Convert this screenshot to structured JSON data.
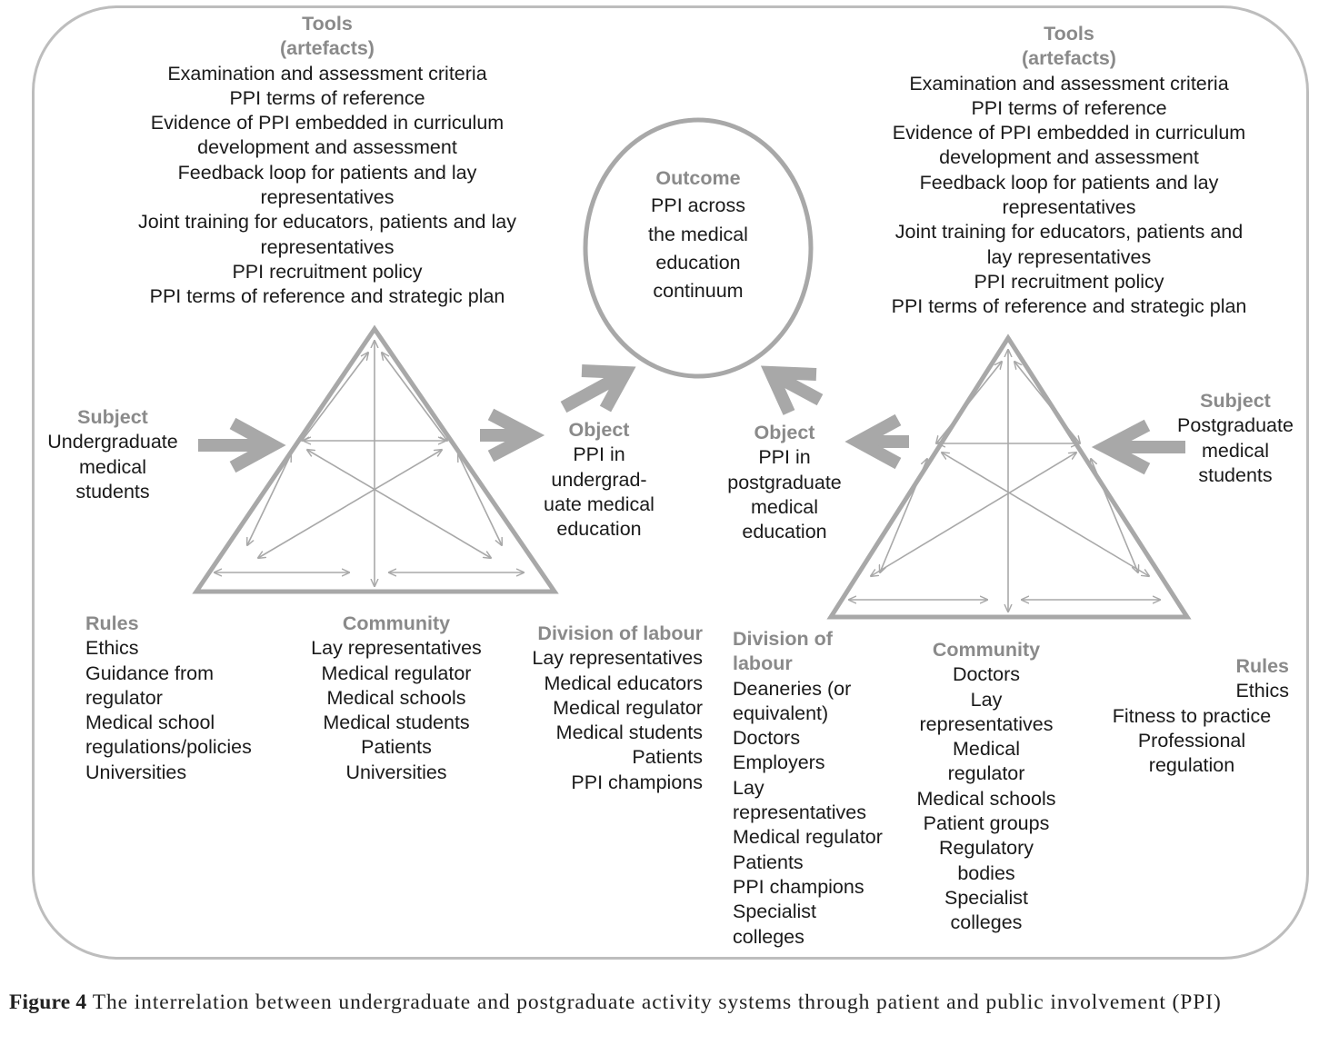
{
  "outcome": {
    "heading": "Outcome",
    "lines": [
      "PPI across",
      "the medical",
      "education",
      "continuum"
    ]
  },
  "left": {
    "tools_heading": [
      "Tools",
      "(artefacts)"
    ],
    "tools": [
      "Examination and assessment criteria",
      "PPI terms of reference",
      "Evidence of PPI embedded in curriculum",
      "development and assessment",
      "Feedback loop for patients and lay",
      "representatives",
      "Joint training for educators, patients and lay",
      "representatives",
      "PPI recruitment policy",
      "PPI terms of reference and strategic plan"
    ],
    "subject_heading": "Subject",
    "subject": [
      "Undergraduate",
      "medical",
      "students"
    ],
    "object_heading": "Object",
    "object": [
      "PPI in",
      "undergrad-",
      "uate medical",
      "education"
    ],
    "rules_heading": "Rules",
    "rules": [
      "Ethics",
      "Guidance from",
      "regulator",
      "Medical school",
      "regulations/policies",
      "Universities"
    ],
    "community_heading": "Community",
    "community": [
      "Lay representatives",
      "Medical regulator",
      "Medical schools",
      "Medical students",
      "Patients",
      "Universities"
    ],
    "division_heading": "Division of labour",
    "division": [
      "Lay representatives",
      "Medical educators",
      "Medical regulator",
      "Medical students",
      "Patients",
      "PPI champions"
    ]
  },
  "right": {
    "tools_heading": [
      "Tools",
      "(artefacts)"
    ],
    "tools": [
      "Examination and assessment criteria",
      "PPI terms of reference",
      "Evidence of PPI embedded in curriculum",
      "development and assessment",
      "Feedback loop for patients and lay",
      "representatives",
      "Joint training for educators, patients and",
      "lay representatives",
      "PPI recruitment policy",
      "PPI terms of reference and strategic plan"
    ],
    "subject_heading": "Subject",
    "subject": [
      "Postgraduate",
      "medical",
      "students"
    ],
    "object_heading": "Object",
    "object": [
      "PPI in",
      "postgraduate",
      "medical",
      "education"
    ],
    "division_heading": [
      "Division of",
      "labour"
    ],
    "division": [
      "Deaneries (or",
      "equivalent)",
      "Doctors",
      "Employers",
      "Lay",
      "representatives",
      "Medical regulator",
      "Patients",
      "PPI champions",
      "Specialist",
      "colleges"
    ],
    "community_heading": "Community",
    "community": [
      "Doctors",
      "Lay",
      "representatives",
      "Medical",
      "regulator",
      "Medical schools",
      "Patient groups",
      "Regulatory",
      "bodies",
      "Specialist",
      "colleges"
    ],
    "rules_heading": "Rules",
    "rules": [
      "Ethics",
      "Fitness to practice",
      "Professional",
      "regulation"
    ]
  },
  "caption": {
    "label": "Figure 4",
    "text": "The interrelation between undergraduate and postgraduate activity systems through patient and public involvement (PPI)"
  },
  "colors": {
    "line": "#a8a8a8",
    "heading": "#8a8a8a",
    "text": "#1a1a1a"
  }
}
